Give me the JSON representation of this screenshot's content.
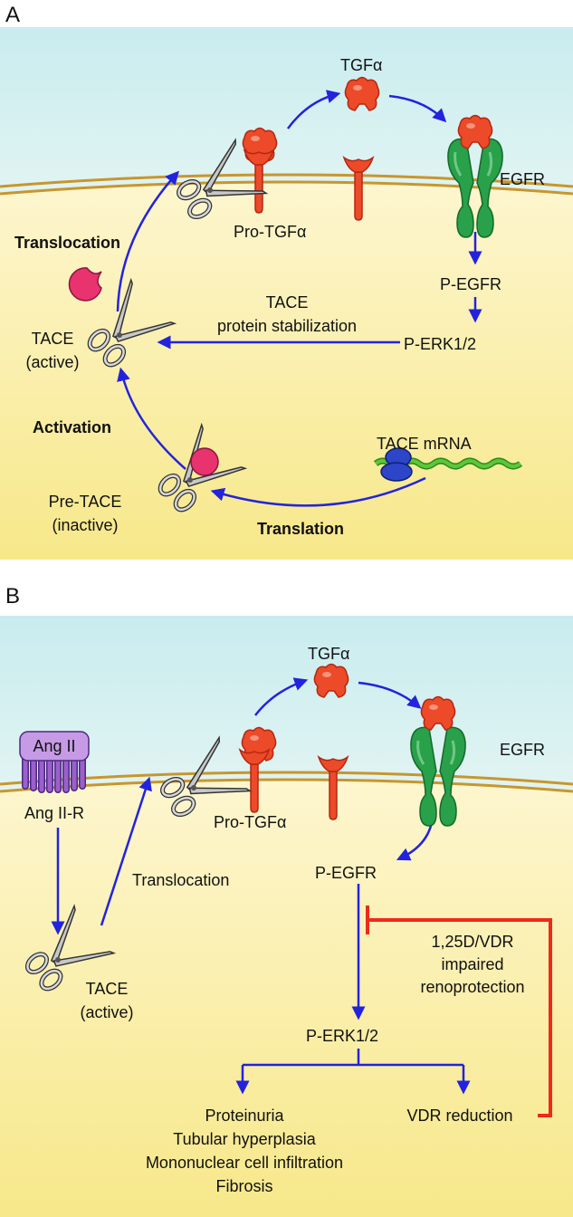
{
  "panels": {
    "a": {
      "letter": "A",
      "tgfa": "TGFα",
      "egfr": "EGFR",
      "pro_tgfa": "Pro-TGFα",
      "translocation": "Translocation",
      "p_egfr": "P-EGFR",
      "tace_stab_line1": "TACE",
      "tace_stab_line2": "protein stabilization",
      "tace_active_line1": "TACE",
      "tace_active_line2": "(active)",
      "p_erk": "P-ERK1/2",
      "activation": "Activation",
      "tace_mrna": "TACE mRNA",
      "pre_tace_line1": "Pre-TACE",
      "pre_tace_line2": "(inactive)",
      "translation": "Translation"
    },
    "b": {
      "letter": "B",
      "tgfa": "TGFα",
      "egfr": "EGFR",
      "ang_ii": "Ang II",
      "ang_ii_r": "Ang II-R",
      "pro_tgfa": "Pro-TGFα",
      "translocation": "Translocation",
      "p_egfr": "P-EGFR",
      "vdr_line1": "1,25D/VDR",
      "vdr_line2": "impaired",
      "vdr_line3": "renoprotection",
      "tace_active_line1": "TACE",
      "tace_active_line2": "(active)",
      "p_erk": "P-ERK1/2",
      "outcome_1": "Proteinuria",
      "outcome_2": "Tubular hyperplasia",
      "outcome_3": "Mononuclear cell infiltration",
      "outcome_4": "Fibrosis",
      "vdr_reduction": "VDR reduction"
    }
  },
  "colors": {
    "extracellular": "#d2eef0",
    "cytoplasm": "#fbf0a8",
    "membrane": "#c8962e",
    "arrow": "#2323dd",
    "inhibition": "#ee2a1a",
    "ligand": "#ec4a28",
    "receptor": "#29a04a",
    "tace_cap": "#e8336e",
    "ang_receptor": "#9c5fcb",
    "ribosome": "#2d45c8",
    "mrna": "#5ec63a"
  }
}
